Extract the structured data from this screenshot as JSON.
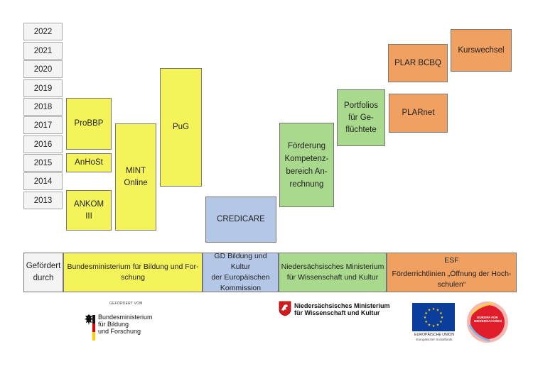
{
  "years": [
    "2022",
    "2021",
    "2020",
    "2019",
    "2018",
    "2017",
    "2016",
    "2015",
    "2014",
    "2013"
  ],
  "projects": {
    "probbp": "ProBBP",
    "anhost": "AnHoSt",
    "ankom": "ANKOM\nIII",
    "mint": "MINT\nOnline",
    "pug": "PuG",
    "credicare": "CREDICARE",
    "foerderung": "Förderung\nKompetenz-\nbereich An-\nrechnung",
    "portfolios": "Portfolios\nfür Ge-\nflüchtete",
    "plar_bcbq": "PLAR BCBQ",
    "plarnet": "PLARnet",
    "kurswechsel": "Kurswechsel"
  },
  "funders": {
    "label": "Gefördert\ndurch",
    "bmbf": "Bundesministerium für Bildung und For-\nschung",
    "gd": "GD Bildung und Kultur\nder Europäischen\nKommission",
    "nds": "Niedersächsisches Ministerium\nfür Wissenschaft und Kultur",
    "esf_title": "ESF",
    "esf_sub": "Förderrichtlinien „Öffnung der Hoch-\nschulen“"
  },
  "logos": {
    "bmbf_top": "GEFÖRDERT VOM",
    "bmbf_name": "Bundesministerium\nfür Bildung\nund Forschung",
    "nds_name": "Niedersächsisches Ministerium\nfür Wissenschaft und Kultur",
    "eu_union": "EUROPÄISCHE UNION",
    "eu_fund": "Europäischer Sozialfonds",
    "efn_name": "EUROPA FÜR NIEDERSACHSEN"
  },
  "colors": {
    "bmbf": "#f4f35a",
    "eu_commission": "#b4c7e7",
    "nds": "#a9d98c",
    "esf": "#f0a060"
  }
}
